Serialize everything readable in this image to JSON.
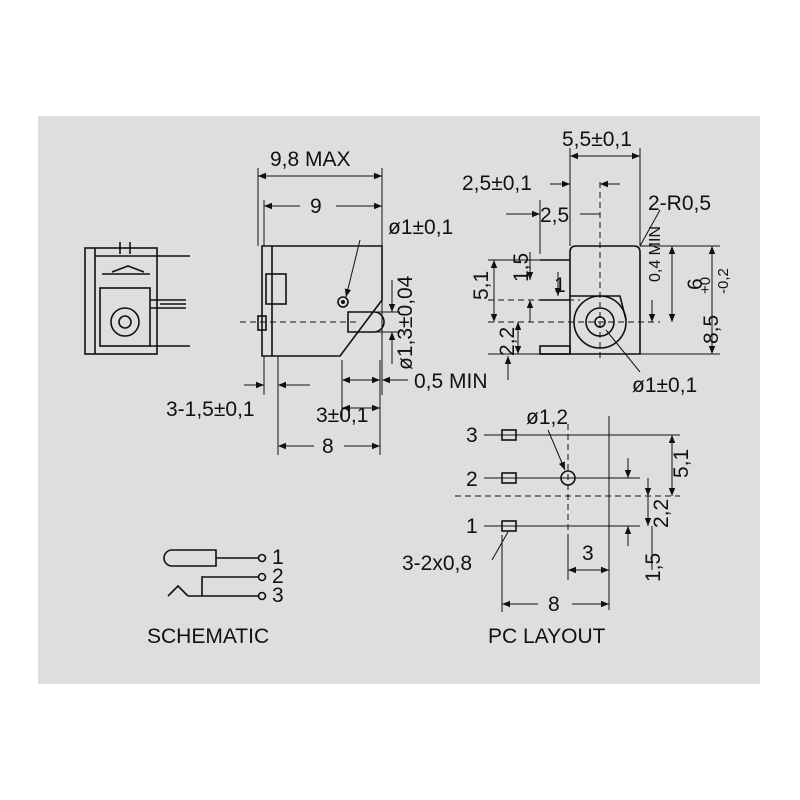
{
  "dims": {
    "max_width": "9,8 MAX",
    "width9": "9",
    "hole_top": "ø1±0,1",
    "hole_dia": "ø1,3±0,04",
    "min_05": "0,5 MIN",
    "pins_width": "3-1,5±0,1",
    "d3": "3±0,1",
    "d8_side": "8",
    "w55": "5,5±0,1",
    "d25": "2,5±0,1",
    "d25b": "2,5",
    "r05": "2-R0,5",
    "d51": "5,1",
    "d15": "1,5",
    "d1": "1",
    "d04min": "0,4 MIN",
    "d6": "6",
    "d85": "8,5",
    "tol_plus": "+0",
    "tol_minus": "-0,2",
    "d22": "2,2",
    "hole_front": "ø1±0,1"
  },
  "layout": {
    "pin3": "3",
    "pin2": "2",
    "pin1": "1",
    "hole12": "ø1,2",
    "d51": "5,1",
    "d22": "2,2",
    "d15": "1,5",
    "d3": "3",
    "slots": "3-2x0,8",
    "d8": "8"
  },
  "schematic": {
    "p1": "1",
    "p2": "2",
    "p3": "3"
  },
  "captions": {
    "schematic": "SCHEMATIC",
    "pc_layout": "PC LAYOUT"
  }
}
